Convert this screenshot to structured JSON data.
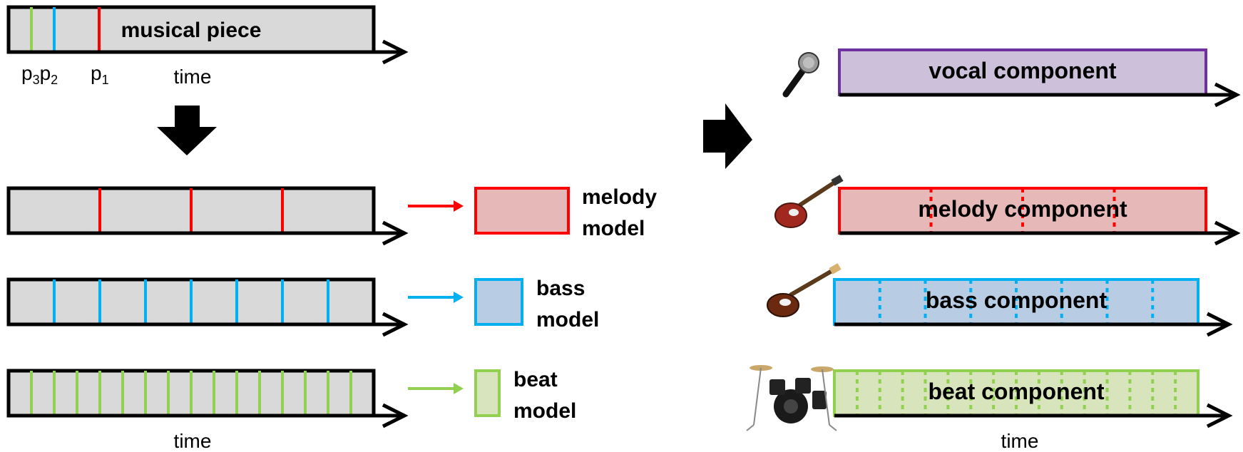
{
  "left": {
    "top_bar": {
      "label": "musical piece",
      "pitch_labels": [
        "p",
        "3",
        "p",
        "2",
        "p",
        "1"
      ],
      "time_label": "time"
    },
    "models": [
      {
        "label_line1": "melody",
        "label_line2": "model",
        "color": "#ff0000",
        "fill": "#e6b8b8",
        "divisions": 4
      },
      {
        "label_line1": "bass",
        "label_line2": "model",
        "color": "#00b0f0",
        "fill": "#b8cce4",
        "divisions": 8
      },
      {
        "label_line1": "beat",
        "label_line2": "model",
        "color": "#92d050",
        "fill": "#d8e4bc",
        "divisions": 16
      }
    ],
    "bottom_time_label": "time"
  },
  "right": {
    "components": [
      {
        "label": "vocal component",
        "color": "#7030a0",
        "fill": "#ccc0da",
        "icon": "microphone-icon",
        "dividers": 0
      },
      {
        "label": "melody component",
        "color": "#ff0000",
        "fill": "#e6b8b8",
        "icon": "electric-guitar-icon",
        "dividers": 3
      },
      {
        "label": "bass component",
        "color": "#00b0f0",
        "fill": "#b8cce4",
        "icon": "bass-guitar-icon",
        "dividers": 7
      },
      {
        "label": "beat component",
        "color": "#92d050",
        "fill": "#d8e4bc",
        "icon": "drum-kit-icon",
        "dividers": 15
      }
    ],
    "time_label": "time"
  },
  "colors": {
    "bar_fill": "#d9d9d9",
    "stroke": "#000000"
  }
}
